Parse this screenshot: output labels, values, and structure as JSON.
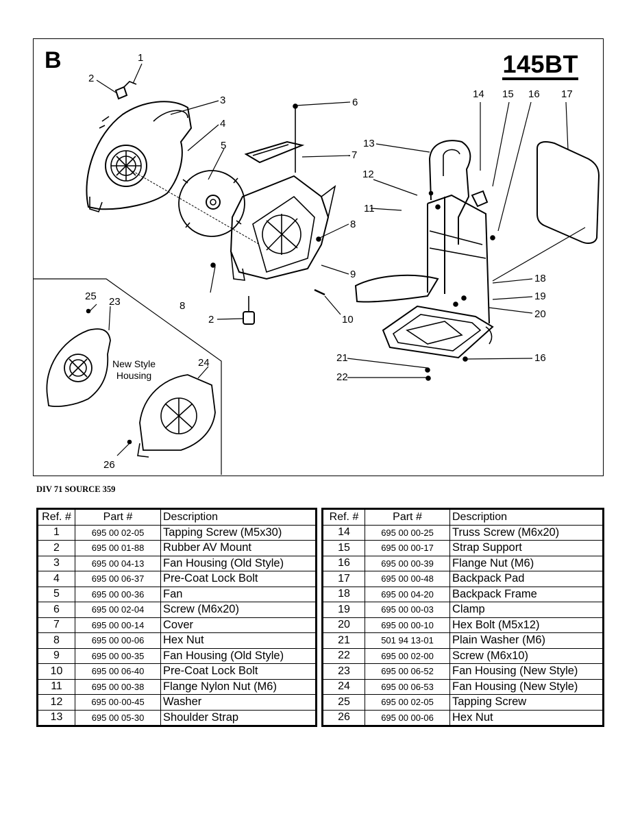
{
  "diagram": {
    "section_letter": "B",
    "model": "145BT",
    "callouts": [
      {
        "id": "c1",
        "text": "1"
      },
      {
        "id": "c2a",
        "text": "2"
      },
      {
        "id": "c3",
        "text": "3"
      },
      {
        "id": "c4",
        "text": "4"
      },
      {
        "id": "c5",
        "text": "5"
      },
      {
        "id": "c6",
        "text": "6"
      },
      {
        "id": "c7",
        "text": "7"
      },
      {
        "id": "c8a",
        "text": "8"
      },
      {
        "id": "c8b",
        "text": "8"
      },
      {
        "id": "c9",
        "text": "9"
      },
      {
        "id": "c2b",
        "text": "2"
      },
      {
        "id": "c10",
        "text": "10"
      },
      {
        "id": "c11",
        "text": "11"
      },
      {
        "id": "c12",
        "text": "12"
      },
      {
        "id": "c13",
        "text": "13"
      },
      {
        "id": "c14",
        "text": "14"
      },
      {
        "id": "c15",
        "text": "15"
      },
      {
        "id": "c16a",
        "text": "16"
      },
      {
        "id": "c17",
        "text": "17"
      },
      {
        "id": "c18",
        "text": "18"
      },
      {
        "id": "c19",
        "text": "19"
      },
      {
        "id": "c20",
        "text": "20"
      },
      {
        "id": "c16b",
        "text": "16"
      },
      {
        "id": "c21",
        "text": "21"
      },
      {
        "id": "c22",
        "text": "22"
      },
      {
        "id": "c25",
        "text": "25"
      },
      {
        "id": "c23",
        "text": "23"
      },
      {
        "id": "c24",
        "text": "24"
      },
      {
        "id": "c26",
        "text": "26"
      }
    ],
    "inset_caption_line1": "New Style",
    "inset_caption_line2": "Housing"
  },
  "source_note": "DIV 71  SOURCE 359",
  "table": {
    "headers": {
      "ref": "Ref. #",
      "part": "Part #",
      "desc": "Description"
    },
    "left_rows": [
      {
        "ref": "1",
        "part": "695 00 02-05",
        "desc": "Tapping Screw (M5x30)"
      },
      {
        "ref": "2",
        "part": "695 00 01-88",
        "desc": "Rubber AV Mount"
      },
      {
        "ref": "3",
        "part": "695 00 04-13",
        "desc": "Fan Housing (Old Style)"
      },
      {
        "ref": "4",
        "part": "695 00 06-37",
        "desc": "Pre-Coat Lock Bolt"
      },
      {
        "ref": "5",
        "part": "695 00 00-36",
        "desc": "Fan"
      },
      {
        "ref": "6",
        "part": "695 00 02-04",
        "desc": "Screw (M6x20)"
      },
      {
        "ref": "7",
        "part": "695 00 00-14",
        "desc": "Cover"
      },
      {
        "ref": "8",
        "part": "695 00 00-06",
        "desc": "Hex Nut"
      },
      {
        "ref": "9",
        "part": "695 00 00-35",
        "desc": "Fan Housing (Old Style)"
      },
      {
        "ref": "10",
        "part": "695 00 06-40",
        "desc": "Pre-Coat Lock Bolt"
      },
      {
        "ref": "11",
        "part": "695 00 00-38",
        "desc": "Flange Nylon Nut (M6)"
      },
      {
        "ref": "12",
        "part": "695 00·00-45",
        "desc": "Washer"
      },
      {
        "ref": "13",
        "part": "695 00 05-30",
        "desc": "Shoulder Strap"
      }
    ],
    "right_rows": [
      {
        "ref": "14",
        "part": "695 00 00-25",
        "desc": "Truss Screw (M6x20)"
      },
      {
        "ref": "15",
        "part": "695 00 00-17",
        "desc": "Strap Support"
      },
      {
        "ref": "16",
        "part": "695 00 00-39",
        "desc": "Flange Nut (M6)"
      },
      {
        "ref": "17",
        "part": "695 00 00-48",
        "desc": "Backpack Pad"
      },
      {
        "ref": "18",
        "part": "695 00 04-20",
        "desc": "Backpack Frame"
      },
      {
        "ref": "19",
        "part": "695 00 00-03",
        "desc": "Clamp"
      },
      {
        "ref": "20",
        "part": "695 00 00-10",
        "desc": "Hex Bolt (M5x12)"
      },
      {
        "ref": "21",
        "part": "501 94 13-01",
        "desc": "Plain Washer (M6)"
      },
      {
        "ref": "22",
        "part": "695 00 02-00",
        "desc": "Screw (M6x10)"
      },
      {
        "ref": "23",
        "part": "695 00 06-52",
        "desc": "Fan Housing (New Style)"
      },
      {
        "ref": "24",
        "part": "695 00 06-53",
        "desc": "Fan Housing (New Style)"
      },
      {
        "ref": "25",
        "part": "695 00 02-05",
        "desc": "Tapping Screw"
      },
      {
        "ref": "26",
        "part": "695 00 00-06",
        "desc": "Hex Nut"
      }
    ]
  }
}
